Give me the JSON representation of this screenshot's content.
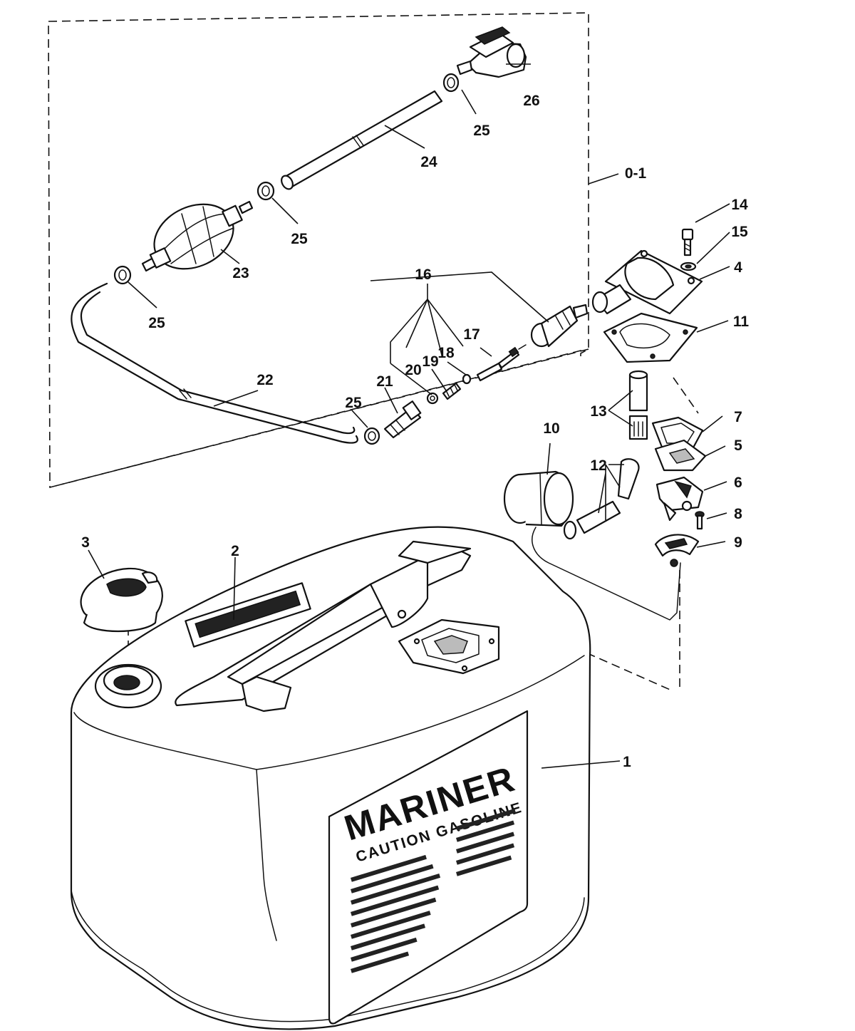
{
  "callouts": {
    "kit": "0-1",
    "tank": "1",
    "decal": "2",
    "cap": "3",
    "fitting": "4",
    "gasket_5": "5",
    "fuel_gauge": "6",
    "gasket_7": "7",
    "screw_8": "8",
    "gauge_arm": "9",
    "float": "10",
    "gasket_11": "11",
    "pickup_tube": "12",
    "filter": "13",
    "screw_14": "14",
    "washer_15": "15",
    "connector_kit": "16",
    "valve": "17",
    "o_ring": "18",
    "spring": "19",
    "ball": "20",
    "hose_fitting": "21",
    "fuel_line": "22",
    "primer_bulb": "23",
    "hose_24": "24",
    "clamp_a": "25",
    "clamp_b": "25",
    "clamp_c": "25",
    "clamp_d": "25",
    "engine_connector": "26"
  },
  "tank_label": {
    "brand": "MARINER",
    "caution": "CAUTION GASOLINE"
  }
}
